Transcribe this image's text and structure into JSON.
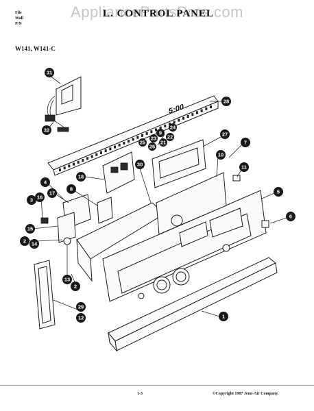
{
  "header": {
    "title": "L. CONTROL PANEL",
    "meta_lines": [
      "File",
      "Wall",
      "P/N"
    ],
    "model": "W141, W141-C"
  },
  "watermark": "AppliancePartsPros.com",
  "display_readout": "5:00",
  "footer": {
    "page": "1-3",
    "copyright": "©Copyright 1987 Jenn-Air Company."
  },
  "callouts": [
    "31",
    "28",
    "32",
    "24",
    "9",
    "22",
    "23",
    "21",
    "25",
    "26",
    "27",
    "7",
    "10",
    "11",
    "5",
    "6",
    "1",
    "30",
    "18",
    "8",
    "4",
    "17",
    "3",
    "16",
    "15",
    "2",
    "14",
    "13",
    "2",
    "29",
    "12"
  ]
}
